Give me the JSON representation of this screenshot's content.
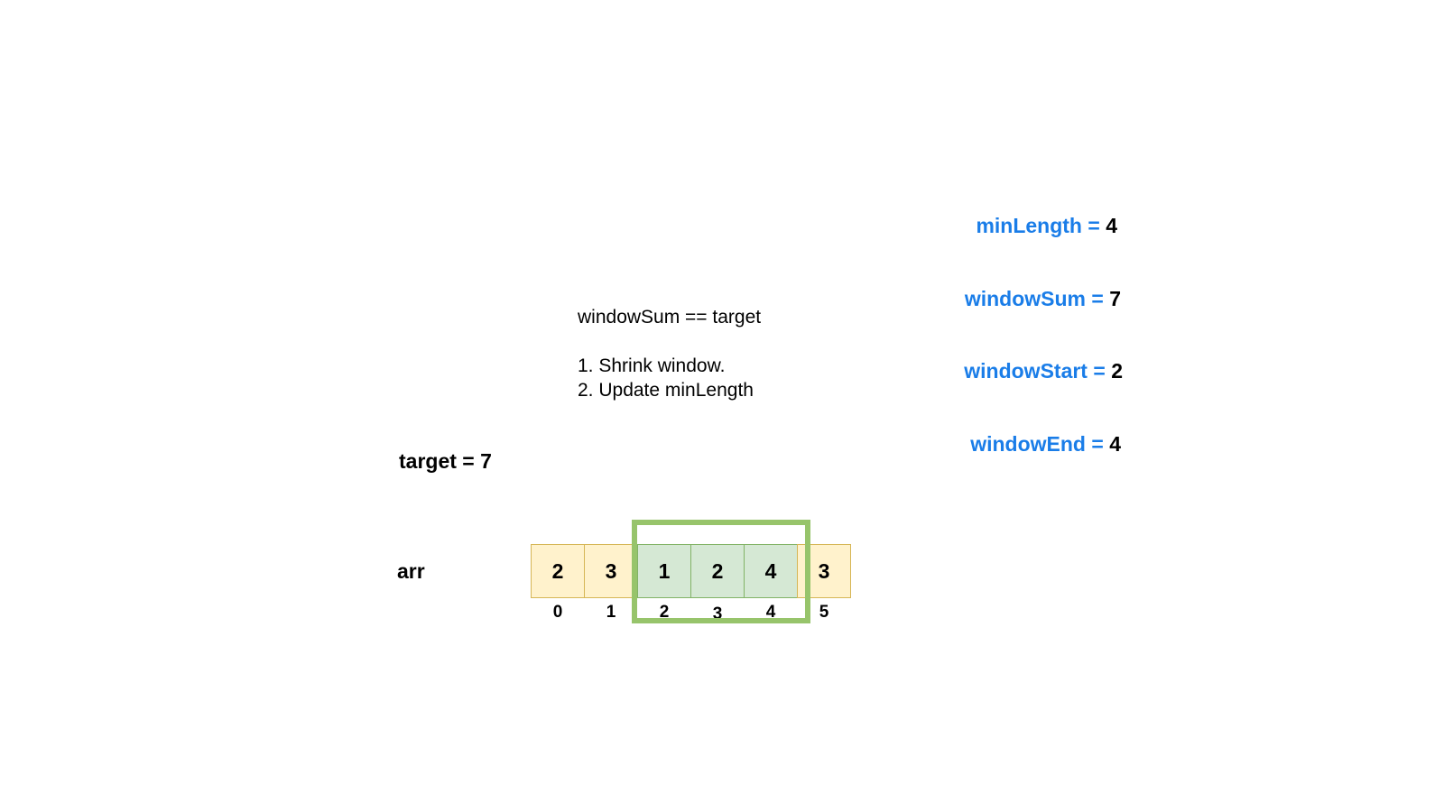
{
  "condition": {
    "heading": "windowSum == target",
    "steps": [
      "1. Shrink window.",
      "2. Update minLength"
    ]
  },
  "target_label": "target = 7",
  "array_label": "arr",
  "array": {
    "values": [
      "2",
      "3",
      "1",
      "2",
      "4",
      "3"
    ],
    "indices": [
      "0",
      "1",
      "2",
      "3",
      "4",
      "5"
    ],
    "window_start_index": 2,
    "window_end_index": 4
  },
  "variables": [
    {
      "name": "minLength",
      "eq": " = ",
      "value": "4"
    },
    {
      "name": "windowSum",
      "eq": " = ",
      "value": "7"
    },
    {
      "name": "windowStart",
      "eq": " = ",
      "value": "2"
    },
    {
      "name": "windowEnd",
      "eq": " = ",
      "value": "4"
    }
  ],
  "colors": {
    "variable_label": "#1a7de8",
    "cell_default_fill": "#fff2cc",
    "cell_default_border": "#d6b656",
    "cell_window_fill": "#d5e8d4",
    "cell_window_border": "#82b366",
    "window_outline": "#97c46b"
  }
}
